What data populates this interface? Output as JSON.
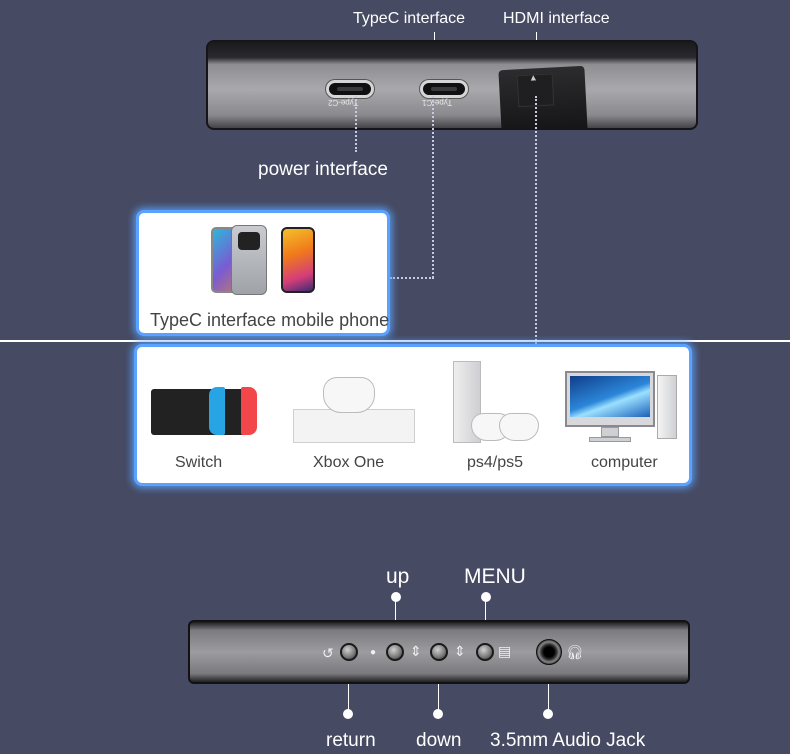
{
  "top_labels": {
    "typec": "TypeC interface",
    "hdmi": "HDMI interface",
    "power": "power interface"
  },
  "port_texts": {
    "port_c2": "Type-C2",
    "port_c1": "Type-C1"
  },
  "phone_card": {
    "caption": "TypeC interface mobile phone"
  },
  "devices_card": {
    "items": [
      {
        "label": "Switch",
        "icon": "switch-console-icon"
      },
      {
        "label": "Xbox One",
        "icon": "xbox-one-icon"
      },
      {
        "label": "ps4/ps5",
        "icon": "playstation-icon"
      },
      {
        "label": "computer",
        "icon": "desktop-computer-icon"
      }
    ]
  },
  "control_labels": {
    "up": "up",
    "menu": "MENU",
    "return": "return",
    "down": "down",
    "audio": "3.5mm Audio Jack"
  },
  "colors": {
    "background": "#464a62",
    "card_glow": "#5aa2ff",
    "switch_left": "#27a4e4",
    "switch_right": "#f2464a"
  }
}
